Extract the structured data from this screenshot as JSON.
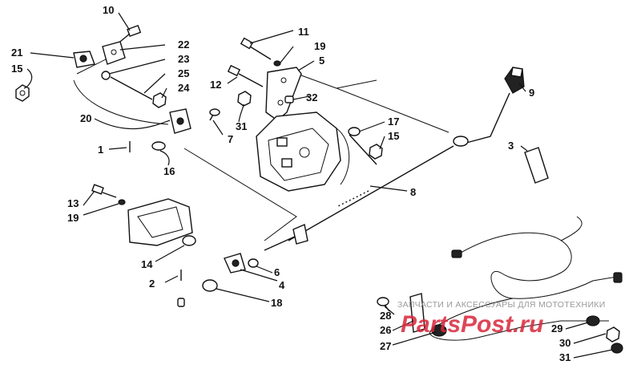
{
  "callouts": {
    "c1": "1",
    "c2": "2",
    "c3": "3",
    "c4": "4",
    "c5": "5",
    "c6": "6",
    "c7": "7",
    "c8": "8",
    "c9": "9",
    "c10": "10",
    "c11": "11",
    "c12": "12",
    "c13": "13",
    "c14": "14",
    "c15a": "15",
    "c15b": "15",
    "c16": "16",
    "c17": "17",
    "c18": "18",
    "c19a": "19",
    "c19b": "19",
    "c20": "20",
    "c21": "21",
    "c22": "22",
    "c23": "23",
    "c24": "24",
    "c25": "25",
    "c26": "26",
    "c27": "27",
    "c28": "28",
    "c29": "29",
    "c30": "30",
    "c31a": "31",
    "c31b": "31",
    "c32": "32"
  },
  "watermark": {
    "text": "ЗАПЧАСТИ И АКСЕССУАРЫ ДЛЯ МОТОТЕХНИКИ",
    "logo": "PartsPost.ru"
  }
}
